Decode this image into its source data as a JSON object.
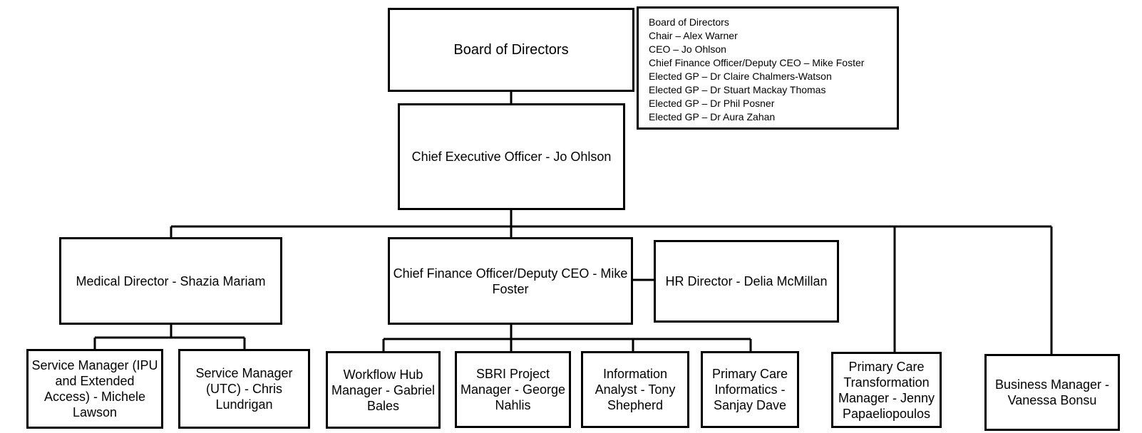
{
  "chart": {
    "board": "Board of Directors",
    "ceo": "Chief Executive Officer - Jo Ohlson",
    "medical_director": "Medical Director - Shazia Mariam",
    "cfo": "Chief Finance Officer/Deputy CEO - Mike Foster",
    "hr_director": "HR Director - Delia McMillan",
    "service_manager_ipu": "Service Manager (IPU and Extended Access) - Michele Lawson",
    "service_manager_utc": "Service Manager (UTC) - Chris Lundrigan",
    "workflow_hub": "Workflow Hub Manager - Gabriel Bales",
    "sbri_project": "SBRI Project Manager - George Nahlis",
    "information_analyst": "Information Analyst - Tony Shepherd",
    "primary_care_informatics": "Primary Care Informatics - Sanjay Dave",
    "primary_care_transformation": "Primary Care Transformation Manager - Jenny Papaeliopoulos",
    "business_manager": "Business Manager - Vanessa Bonsu"
  },
  "board_panel": {
    "lines": [
      "Board of Directors",
      "Chair – Alex Warner",
      "CEO – Jo Ohlson",
      "Chief Finance Officer/Deputy CEO – Mike Foster",
      "Elected GP – Dr Claire Chalmers-Watson",
      "Elected GP – Dr Stuart Mackay Thomas",
      "Elected GP – Dr Phil Posner",
      "Elected GP – Dr Aura Zahan"
    ]
  }
}
